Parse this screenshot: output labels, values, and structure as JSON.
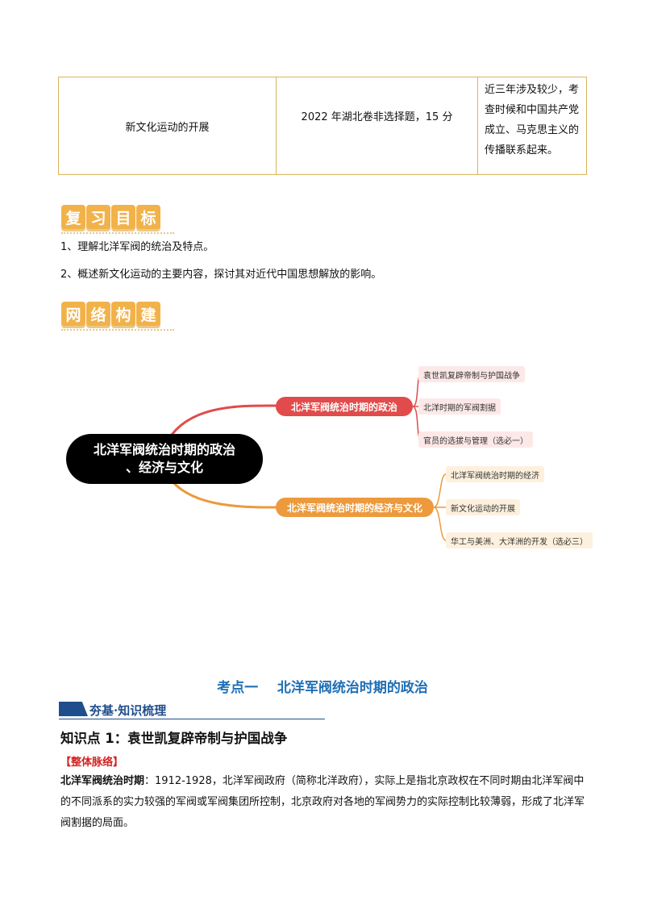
{
  "table": {
    "topic": "新文化运动的开展",
    "exam": "2022 年湖北卷非选择题，15 分",
    "note": "近三年涉及较少，考查时候和中国共产党成立、马克思主义的传播联系起来。"
  },
  "badge1": [
    "复",
    "习",
    "目",
    "标"
  ],
  "objectives": [
    "1、理解北洋军阀的统治及特点。",
    "2、概述新文化运动的主要内容，探讨其对近代中国思想解放的影响。"
  ],
  "badge2": [
    "网",
    "络",
    "构",
    "建"
  ],
  "mindmap": {
    "root": [
      "北洋军阀统治时期的政治",
      "、经济与文化"
    ],
    "branch1": {
      "label": "北洋军阀统治时期的政治",
      "leaves": [
        "袁世凯复辟帝制与护国战争",
        "北洋时期的军阀割据",
        "官员的选拔与管理（选必一）"
      ]
    },
    "branch2": {
      "label": "北洋军阀统治时期的经济与文化",
      "leaves": [
        "北洋军阀统治时期的经济",
        "新文化运动的开展",
        "华工与美洲、大洋洲的开发（选必三）"
      ]
    },
    "colors": {
      "branch1": "#e14b4b",
      "branch2": "#ec9a3c",
      "root": "#000000"
    }
  },
  "section": {
    "title": "考点一    北洋军阀统治时期的政治",
    "bar_label": "夯基·知识梳理",
    "knowledge_point": "知识点 1：袁世凯复辟帝制与护国战争",
    "bracket_label": "【整体脉络】",
    "term": "北洋军阀统治时期",
    "body": "：1912-1928，北洋军阀政府（简称北洋政府），实际上是指北京政权在不同时期由北洋军阀中的不同派系的实力较强的军阀或军阀集团所控制，北京政府对各地的军阀势力的实际控制比较薄弱，形成了北洋军阀割据的局面。"
  }
}
